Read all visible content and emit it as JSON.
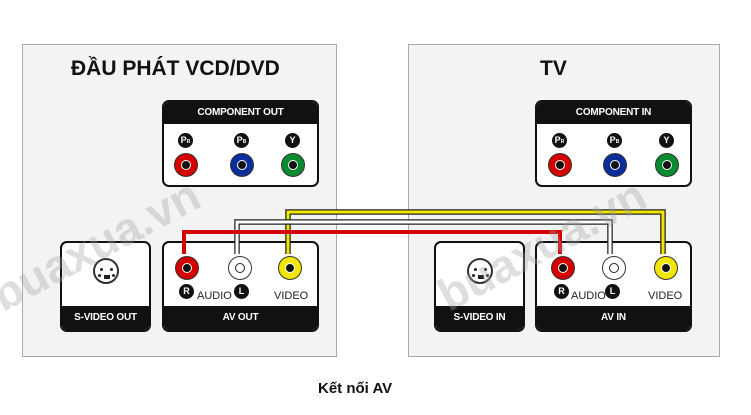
{
  "left_device": {
    "title": "ĐẦU PHÁT VCD/DVD",
    "component_header": "COMPONENT OUT",
    "av_footer": "AV OUT",
    "svideo_footer": "S-VIDEO OUT"
  },
  "right_device": {
    "title": "TV",
    "component_header": "COMPONENT IN",
    "av_footer": "AV IN",
    "svideo_footer": "S-VIDEO IN"
  },
  "jack_labels": {
    "pr": "P",
    "pr_sub": "R",
    "pb": "P",
    "pb_sub": "B",
    "y": "Y",
    "r": "R",
    "l": "L",
    "audio": "AUDIO",
    "video": "VIDEO"
  },
  "colors": {
    "red": "#d40000",
    "blue": "#0a2d9c",
    "green": "#0a8a2e",
    "yellow": "#f2e600",
    "white": "#ffffff"
  },
  "caption": "Kết nối AV",
  "watermark": "buaxua.vn",
  "icons": [
    "s-video-connector-icon",
    "rca-jack-icon",
    "cable-icon"
  ]
}
